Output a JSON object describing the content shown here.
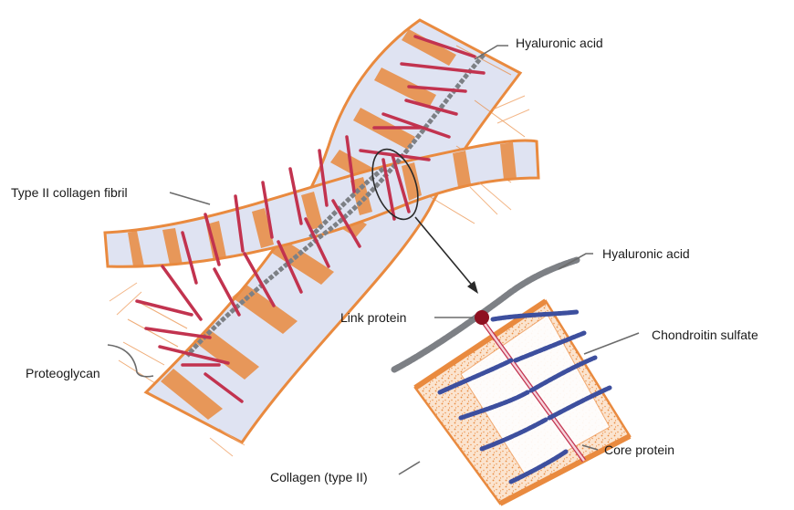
{
  "labels": {
    "hyaluronic_top": "Hyaluronic acid",
    "collagen_fibril": "Type II collagen fibril",
    "proteoglycan": "Proteoglycan",
    "hyaluronic_detail": "Hyaluronic acid",
    "link_protein": "Link protein",
    "chondroitin": "Chondroitin sulfate",
    "core_protein": "Core protein",
    "collagen_type2": "Collagen (type II)"
  },
  "colors": {
    "collagen_orange": "#e98a3f",
    "collagen_light": "#f4b27c",
    "collagen_fill": "#dfe3f2",
    "hyaluronic_gray": "#7d8085",
    "proteoglycan_red": "#c2334f",
    "chondroitin_blue": "#3d4f9e",
    "link_protein": "#8e1020",
    "core_protein": "#e7a6b4"
  }
}
